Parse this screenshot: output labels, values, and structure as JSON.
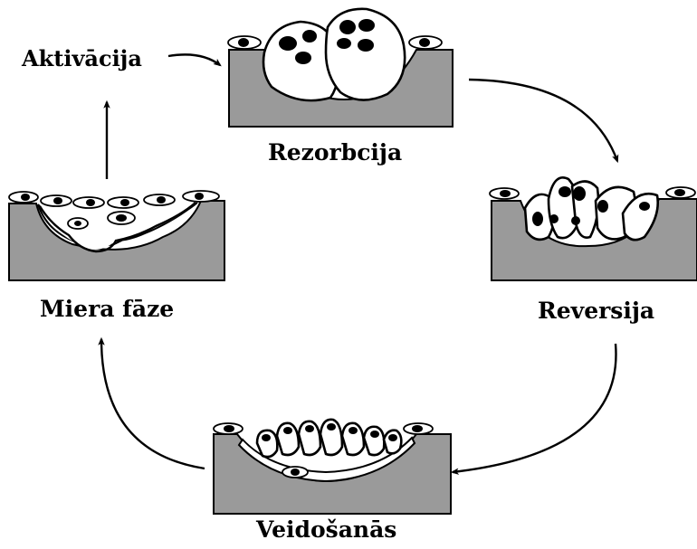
{
  "diagram": {
    "labels": {
      "activation": "Aktivācija",
      "resorption": "Rezorbcija",
      "reversal": "Reversija",
      "formation": "Veidošanās",
      "resting": "Miera fāze"
    }
  }
}
